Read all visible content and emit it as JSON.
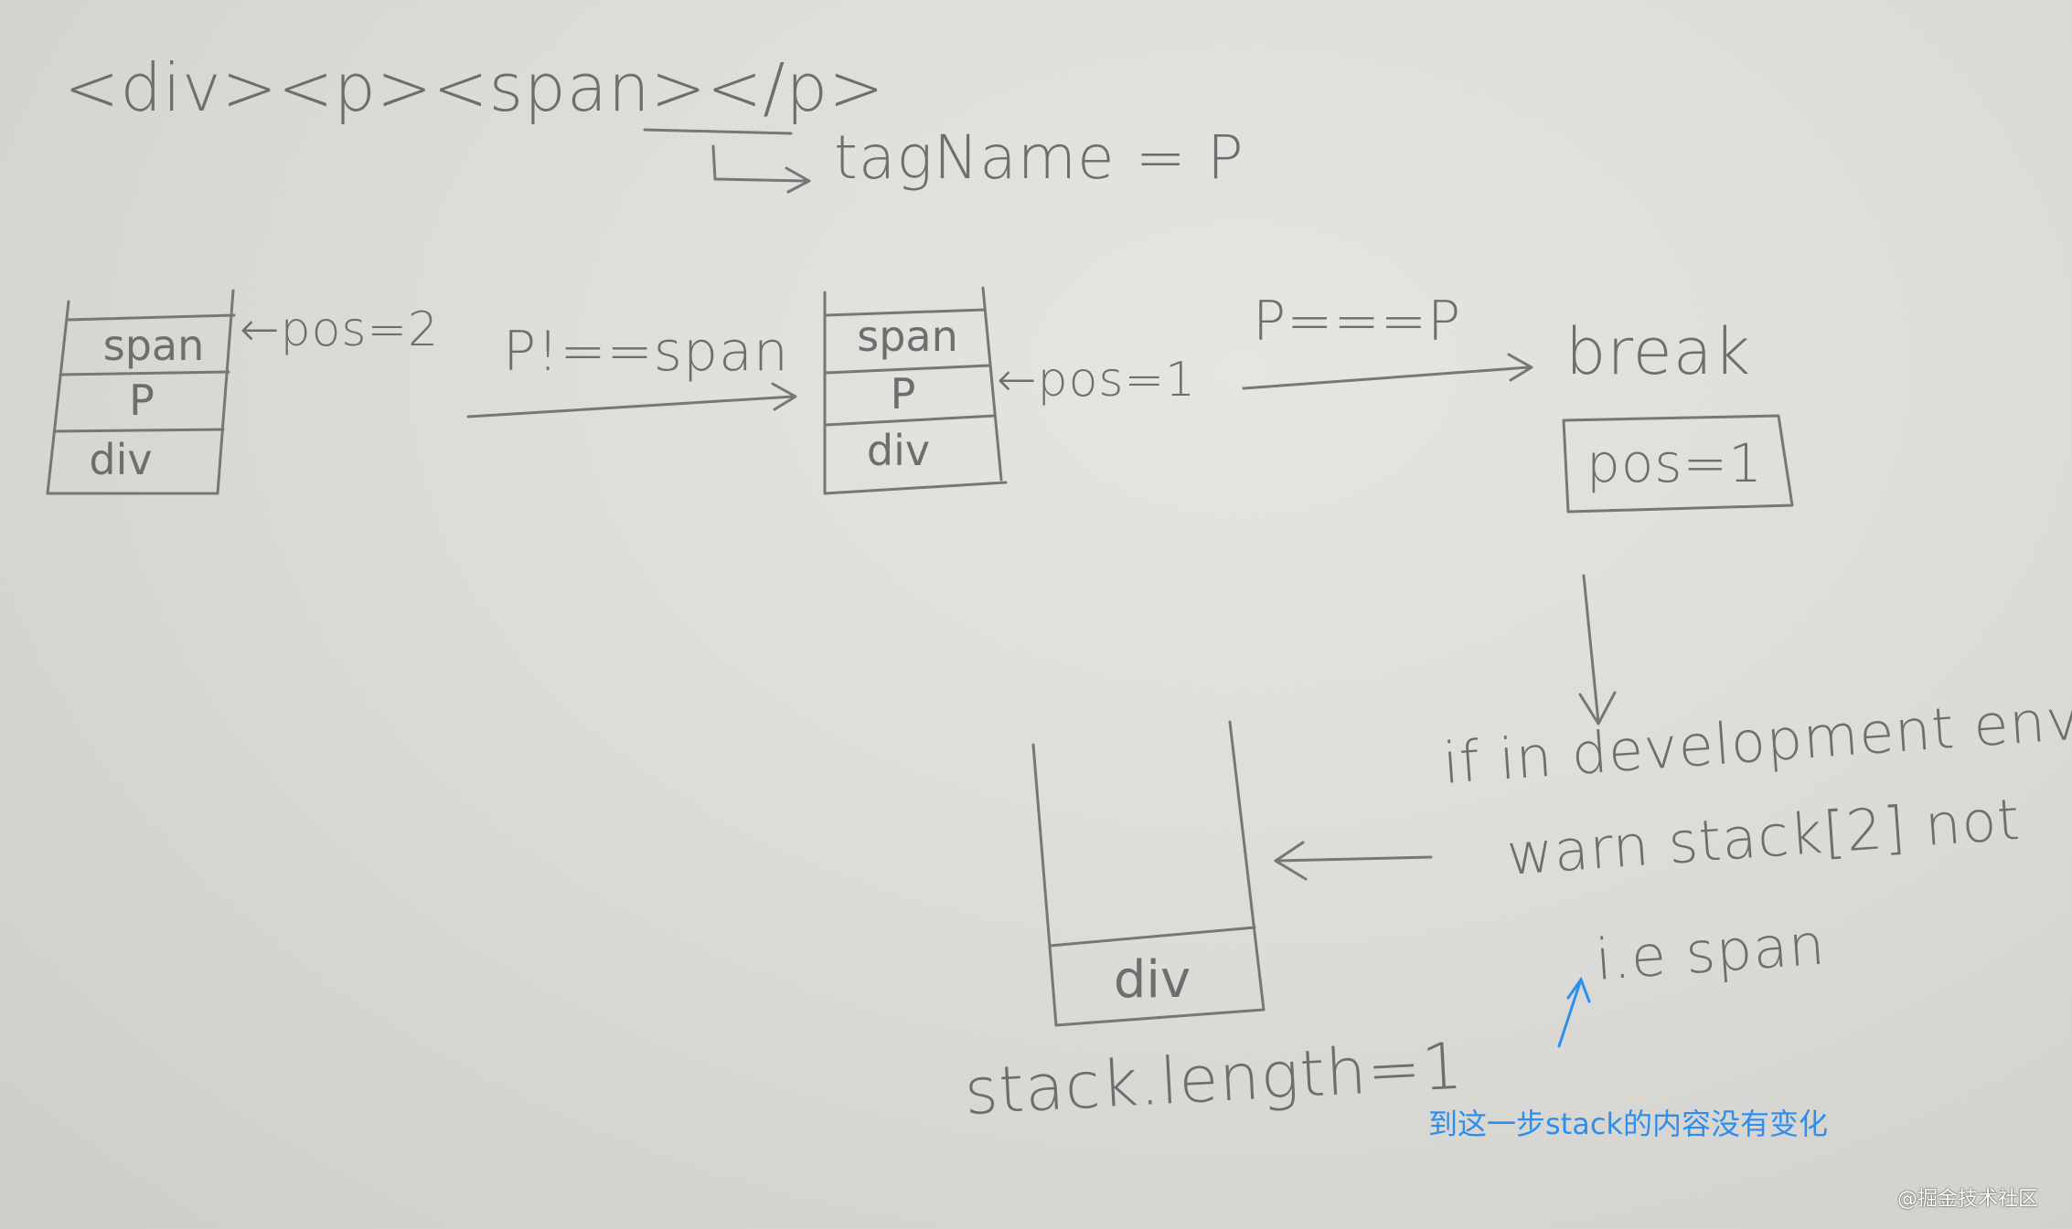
{
  "header": {
    "markup": "<div><p><span></p>",
    "tagname": "tagName = P"
  },
  "stack1": {
    "cells": [
      "span",
      "P",
      "div"
    ],
    "pos": "←pos=2"
  },
  "transition1": "P!==span",
  "stack2": {
    "cells": [
      "span",
      "P",
      "div"
    ],
    "pos": "←pos=1"
  },
  "transition2": "P===P",
  "result": {
    "break": "break",
    "pos": "pos=1"
  },
  "warning": {
    "line1": "if in development env",
    "line2": "warn stack[2] not",
    "line3": "i.e  span"
  },
  "final_stack": {
    "cells": [
      "div"
    ],
    "length": "stack.length=1"
  },
  "annotation": {
    "text": "到这一步stack的内容没有变化",
    "color": "#2c8ff0"
  },
  "watermark": "@掘金技术社区",
  "colors": {
    "pencil": "#6e6e6e",
    "annotation": "#2c8ff0"
  }
}
